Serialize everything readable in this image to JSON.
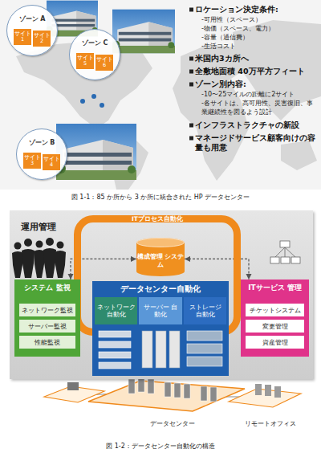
{
  "diagram": {
    "caption": "図 1-2：データセンター自動化の構造",
    "nodes": [
      {
        "text": [
          "ゾーン A"
        ]
      },
      {
        "text": [
          "サイト 1"
        ],
        "in": 0
      },
      {
        "text": [
          "サイト 2"
        ],
        "in": 0
      },
      {
        "text": [
          "ゾーン C"
        ]
      },
      {
        "text": [
          "サイト 5"
        ],
        "in": 3
      },
      {
        "text": [
          "サイト 6"
        ],
        "in": 3
      },
      {
        "text": [
          "ゾーン B"
        ]
      },
      {
        "text": [
          "サイト 3"
        ],
        "in": 6
      },
      {
        "text": [
          "サイト 4"
        ],
        "in": 6
      },
      {
        "text": [
          "運用管理"
        ]
      },
      {
        "text": [
          "ITプロセス自動化"
        ],
        "in": 9
      },
      {
        "text": [
          "構成管理 システム"
        ],
        "in": 10
      },
      {
        "text": [
          "データセンター自動化"
        ],
        "in": 9
      },
      {
        "text": [
          "ネットワーク 自動化"
        ],
        "in": 12
      },
      {
        "text": [
          "サーバー 自動化"
        ],
        "in": 12
      },
      {
        "text": [
          "ストレージ 自動化"
        ],
        "in": 12
      },
      {
        "text": [
          "システム 監視"
        ],
        "in": 9
      },
      {
        "text": [
          "ネットワーク監視"
        ],
        "in": 16
      },
      {
        "text": [
          "サーバー監視"
        ],
        "in": 16
      },
      {
        "text": [
          "性能監視"
        ],
        "in": 16
      },
      {
        "text": [
          "ITサービス 管理"
        ],
        "in": 9
      },
      {
        "text": [
          "チケットシステム"
        ],
        "in": 20
      },
      {
        "text": [
          "変更管理"
        ],
        "in": 20
      },
      {
        "text": [
          "資産管理"
        ],
        "in": 20
      }
    ],
    "edges": [
      {
        "from": 16,
        "to": 11,
        "arrow": "both"
      },
      {
        "from": 11,
        "to": 20,
        "arrow": "both"
      }
    ],
    "labels": [
      "ロケーション決定条件:",
      "-可用性（スペース）",
      "-物価（スペース、電力）",
      "-容量（通信費）",
      "-生活コスト",
      "米国内3カ所へ",
      "全敷地面積 40万平方フィート",
      "ゾーン別内容:",
      "-10〜25マイルの距離に2サイト",
      "-各サイトは、高可用性、災害復旧、事業継続性を図るよう設計",
      "インフラストラクチャの新設",
      "マネージドサービス顧客向けの容量も用意",
      "図 1-1：85 か所から 3 か所に統合された HP データセンター",
      "データセンター",
      "リモートオフィス"
    ]
  }
}
